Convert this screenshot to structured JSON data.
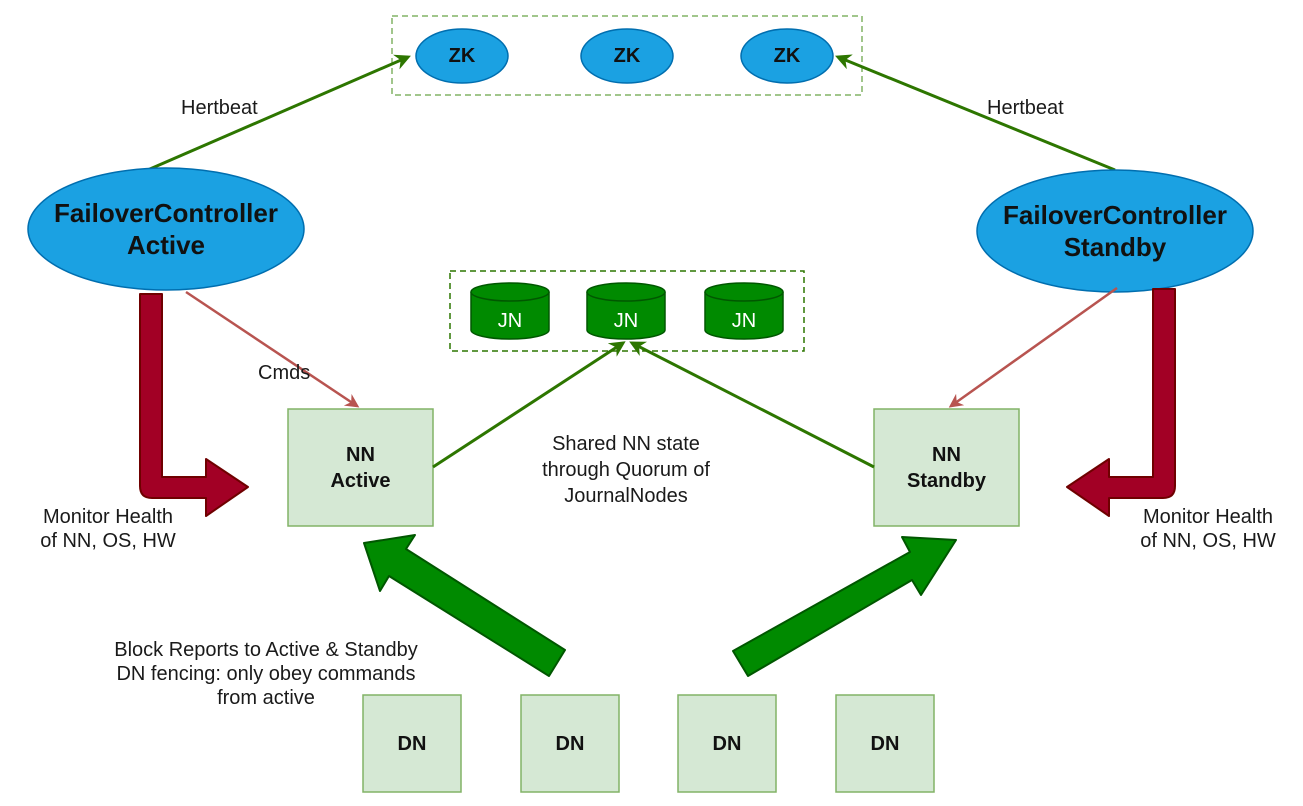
{
  "zookeeper": {
    "nodes": [
      "ZK",
      "ZK",
      "ZK"
    ]
  },
  "journal": {
    "nodes": [
      "JN",
      "JN",
      "JN"
    ]
  },
  "failover_active": {
    "line1": "FailoverController",
    "line2": "Active"
  },
  "failover_standby": {
    "line1": "FailoverController",
    "line2": "Standby"
  },
  "nn_active": {
    "line1": "NN",
    "line2": "Active"
  },
  "nn_standby": {
    "line1": "NN",
    "line2": "Standby"
  },
  "datanodes": [
    "DN",
    "DN",
    "DN",
    "DN"
  ],
  "labels": {
    "heartbeat_left": "Hertbeat",
    "heartbeat_right": "Hertbeat",
    "cmds": "Cmds",
    "shared_state": [
      "Shared NN state",
      "through Quorum of",
      "JournalNodes"
    ],
    "monitor_left": [
      "Monitor Health",
      "of NN, OS, HW"
    ],
    "monitor_right": [
      "Monitor Health",
      "of NN, OS, HW"
    ],
    "block_reports": [
      "Block Reports to Active  & Standby",
      "DN fencing: only obey commands",
      "from active"
    ]
  },
  "colors": {
    "blue_node": "#1ba1e2",
    "blue_stroke": "#006eaf",
    "jn_fill": "#008a00",
    "box_fill": "#d5e8d4",
    "box_stroke": "#82b366",
    "arrow_green": "#2d7600",
    "arrow_red": "#b85450",
    "monitor_fill": "#a20025",
    "monitor_stroke": "#6f0000",
    "block_arrow_fill": "#008a00",
    "block_arrow_stroke": "#005700"
  }
}
